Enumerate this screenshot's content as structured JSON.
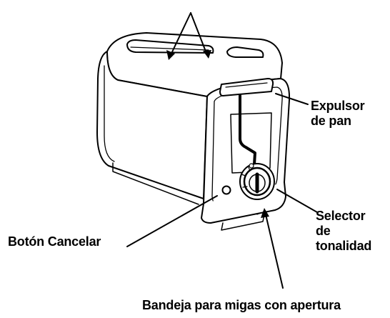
{
  "labels": {
    "eject": {
      "line1": "Expulsor",
      "line2": "de pan"
    },
    "shade": {
      "line1": "Selector",
      "line2": "de",
      "line3": "tonalidad"
    },
    "cancel": "Botón Cancelar",
    "tray": "Bandeja para migas con apertura"
  },
  "colors": {
    "line": "#000000",
    "background": "#ffffff"
  },
  "icons": {
    "toaster": "toaster-illustration",
    "pointer": "leader-line-arrow"
  }
}
